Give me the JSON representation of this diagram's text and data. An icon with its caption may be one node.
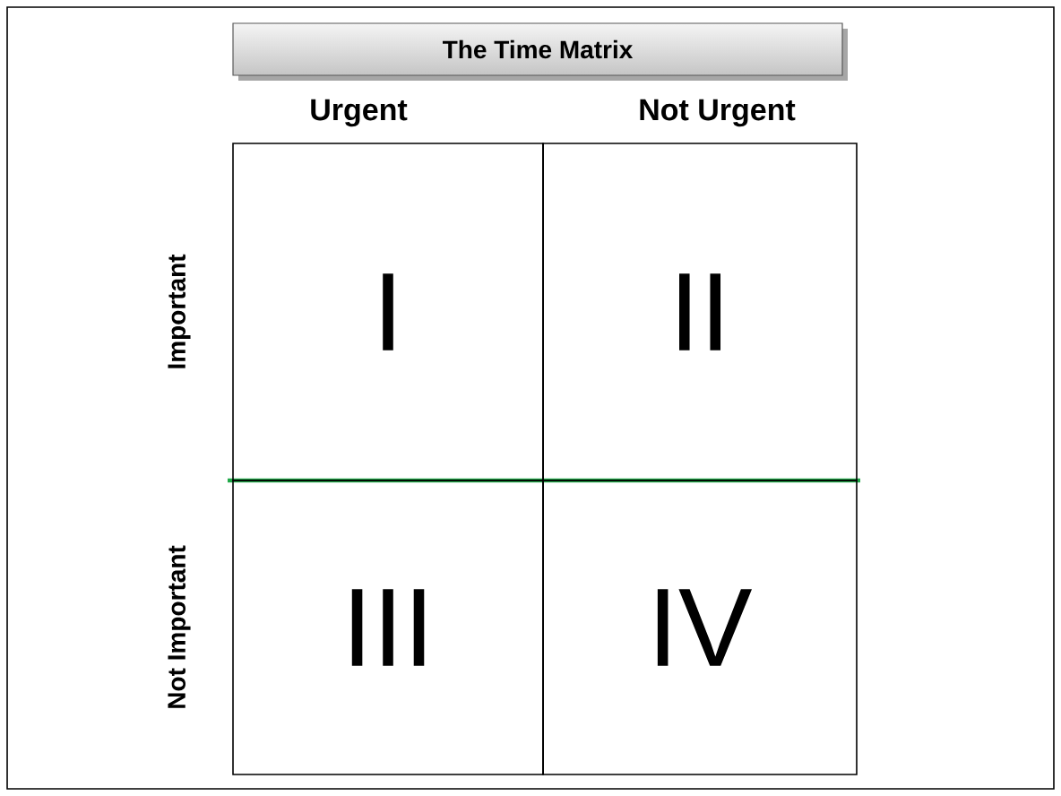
{
  "diagram": {
    "title": "The Time Matrix",
    "nodes": [
      {
        "text": [
          "I"
        ]
      },
      {
        "text": [
          "II"
        ]
      },
      {
        "text": [
          "III"
        ]
      },
      {
        "text": [
          "IV"
        ]
      }
    ],
    "labels": [
      "Urgent",
      "Not Urgent",
      "Important",
      "Not Important"
    ]
  }
}
